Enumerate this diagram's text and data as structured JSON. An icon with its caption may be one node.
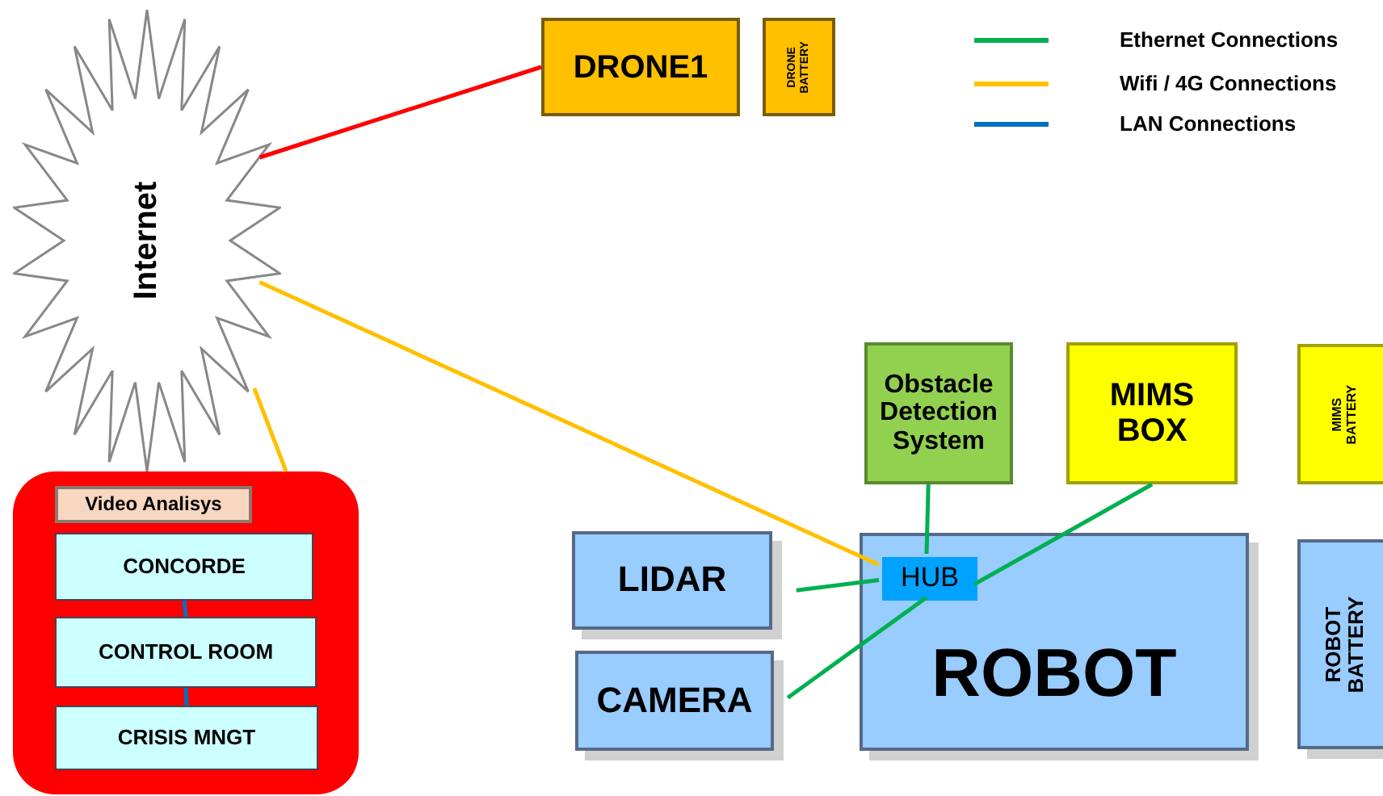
{
  "diagram": {
    "nodes": [
      {
        "text": [
          "Internet"
        ]
      },
      {
        "text": [],
        "shape": "box"
      },
      {
        "text": [
          "Video Analisys"
        ],
        "in": 1
      },
      {
        "text": [
          "CONCORDE"
        ],
        "in": 1
      },
      {
        "text": [
          "CONTROL ROOM"
        ],
        "in": 1
      },
      {
        "text": [
          "CRISIS MNGT"
        ],
        "in": 1
      },
      {
        "text": [
          "DRONE1"
        ]
      },
      {
        "text": [
          "DRONE BATTERY"
        ]
      },
      {
        "text": [
          "Obstacle Detection System"
        ]
      },
      {
        "text": [
          "MIMS BOX"
        ]
      },
      {
        "text": [
          "MIMS BATTERY"
        ]
      },
      {
        "text": [
          "LIDAR"
        ]
      },
      {
        "text": [
          "ROBOT"
        ]
      },
      {
        "text": [
          "HUB"
        ],
        "in": 12
      },
      {
        "text": [
          "CAMERA"
        ]
      },
      {
        "text": [
          "ROBOT BATTERY"
        ]
      }
    ],
    "edges": [
      {
        "from": 0,
        "to": 6,
        "arrow": "none",
        "color": "#ff0000"
      },
      {
        "from": 0,
        "to": 1,
        "arrow": "none",
        "color": "#ffc000"
      },
      {
        "from": 0,
        "to": 13,
        "arrow": "none",
        "color": "#ffc000"
      },
      {
        "from": 3,
        "to": 4,
        "arrow": "none",
        "color": "#0070c0"
      },
      {
        "from": 4,
        "to": 5,
        "arrow": "none",
        "color": "#0070c0"
      },
      {
        "from": 8,
        "to": 13,
        "arrow": "none"
      },
      {
        "from": 9,
        "to": 13,
        "arrow": "none"
      },
      {
        "from": 11,
        "to": 13,
        "arrow": "none"
      },
      {
        "from": 14,
        "to": 13,
        "arrow": "none"
      }
    ],
    "legend": [
      {
        "text": "Ethernet Connections",
        "color": "#00b050"
      },
      {
        "text": "Wifi / 4G Connections",
        "color": "#ffc000"
      },
      {
        "text": "LAN Connections",
        "color": "#0070c0"
      }
    ]
  }
}
